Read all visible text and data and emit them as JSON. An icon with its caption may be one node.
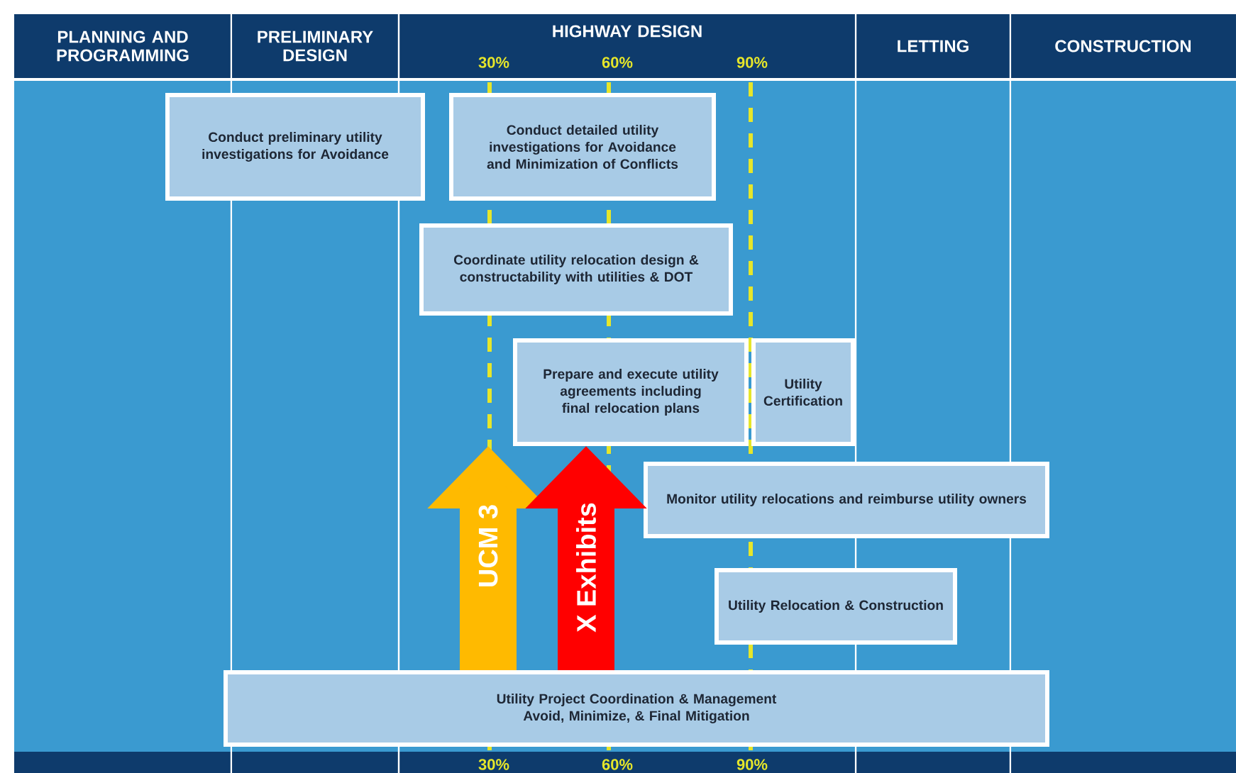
{
  "diagram": {
    "nodes": [
      {
        "text": [
          "PLANNING AND PROGRAMMING"
        ]
      },
      {
        "text": [
          "PRELIMINARY DESIGN"
        ]
      },
      {
        "text": [
          "HIGHWAY DESIGN"
        ]
      },
      {
        "text": [
          "LETTING"
        ]
      },
      {
        "text": [
          "CONSTRUCTION"
        ]
      },
      {
        "text": [
          "Conduct preliminary utility investigations for Avoidance"
        ]
      },
      {
        "text": [
          "Conduct detailed utility investigations for Avoidance and Minimization of Conflicts"
        ]
      },
      {
        "text": [
          "Coordinate utility relocation design & constructability with utilities & DOT"
        ]
      },
      {
        "text": [
          "Prepare and execute utility agreements including final relocation plans"
        ]
      },
      {
        "text": [
          "Utility Certification"
        ]
      },
      {
        "text": [
          "Monitor utility relocations and reimburse utility owners"
        ]
      },
      {
        "text": [
          "Utility Relocation & Construction"
        ]
      },
      {
        "text": [
          "Utility Project Coordination & Management",
          "Avoid, Minimize, & Final Mitigation"
        ]
      }
    ],
    "edges": [
      {
        "from": 12,
        "to": 8,
        "arrow": "to",
        "label": "UCM 3",
        "color": "#ffba00"
      },
      {
        "from": 12,
        "to": 8,
        "arrow": "to",
        "label": "X Exhibits",
        "color": "#ff0000"
      }
    ],
    "labels": [
      "30%",
      "60%",
      "90%",
      "30%",
      "60%",
      "90%"
    ]
  }
}
